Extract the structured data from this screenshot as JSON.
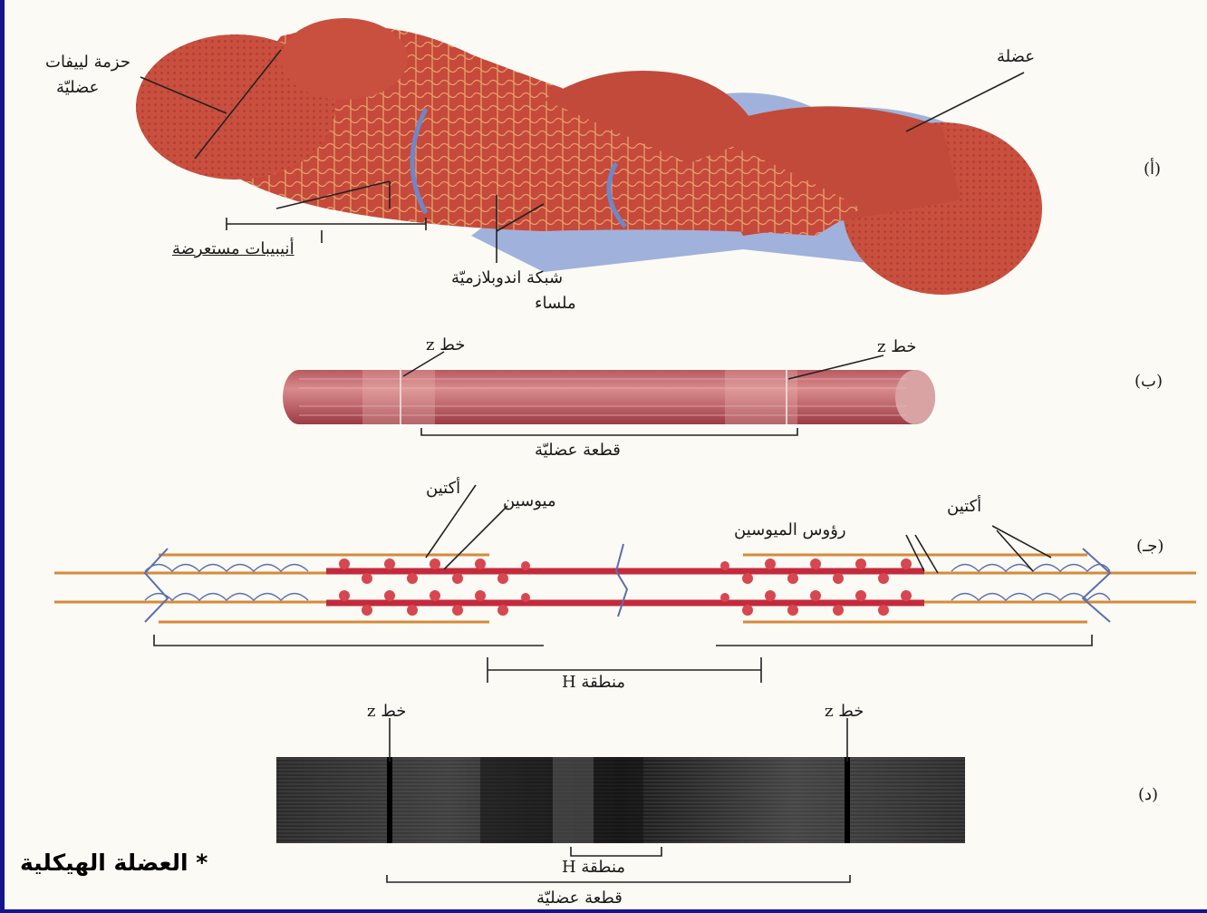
{
  "caption": "* العضلة الهيكلية",
  "panel_labels": {
    "a": "(أ)",
    "b": "(ب)",
    "c": "(جـ)",
    "d": "(د)"
  },
  "panel_a": {
    "fiber_bundle": [
      "حزمة لييفات",
      "عضليّة"
    ],
    "muscle": "عضلة",
    "t_tubules": "أنيبيبات مستعرضة",
    "smooth_er": [
      "شبكة اندوبلازميّة",
      "ملساء"
    ]
  },
  "panel_b": {
    "z_line_left": "خط z",
    "z_line_right": "خط z",
    "sarcomere": "قطعة عضليّة"
  },
  "panel_c": {
    "actin_left": "أكتين",
    "myosin": "ميوسين",
    "actin_right": "أكتين",
    "myosin_heads": "رؤوس الميوسين",
    "h_zone": "منطقة H"
  },
  "panel_d": {
    "z_line_left": "خط z",
    "z_line_right": "خط z",
    "h_zone": "منطقة H",
    "sarcomere": "قطعة عضليّة"
  },
  "colors": {
    "muscle_red": "#c4453a",
    "membrane_blue": "#8fa4d6",
    "frame_blue": "#14148c"
  }
}
